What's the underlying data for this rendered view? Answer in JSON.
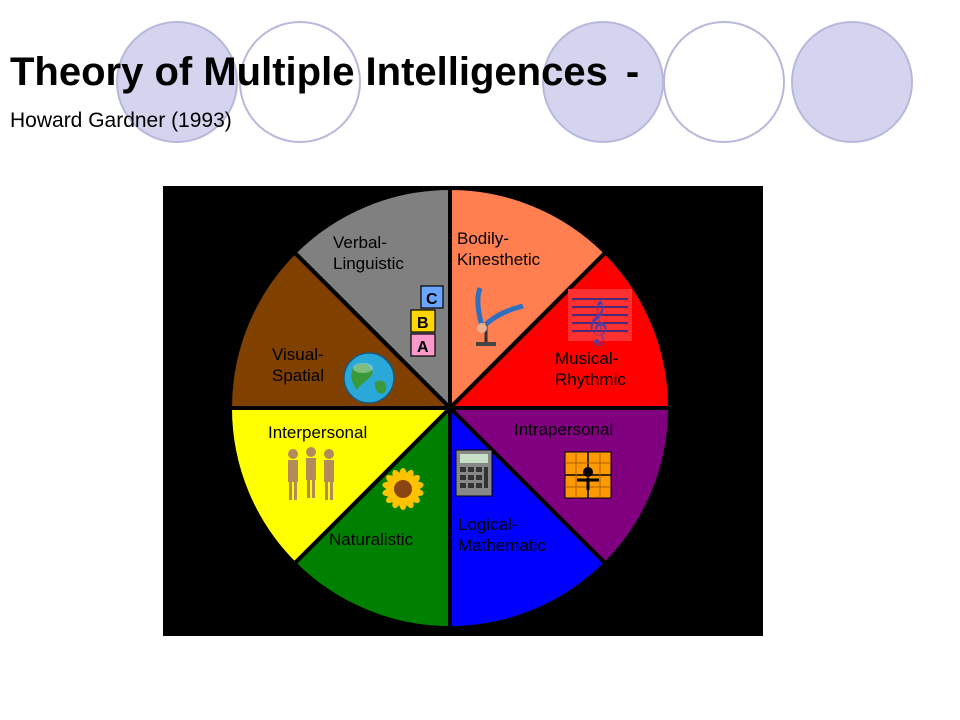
{
  "slide": {
    "title": "Theory of Multiple Intelligences",
    "title_dash": "-",
    "subtitle": "Howard Gardner (1993)"
  },
  "decor": {
    "circle_fill": "#d4d4ee",
    "circle_stroke": "#b8b8dc"
  },
  "wheel": {
    "segments": [
      {
        "id": "verbal-linguistic",
        "lines": [
          "Verbal-",
          "Linguistic"
        ],
        "color": "#808080",
        "icon": "abc-blocks-icon"
      },
      {
        "id": "bodily-kinesthetic",
        "lines": [
          "Bodily-",
          "Kinesthetic"
        ],
        "color": "#ff7f50",
        "icon": "gymnast-icon"
      },
      {
        "id": "musical-rhythmic",
        "lines": [
          "Musical-",
          "Rhythmic"
        ],
        "color": "#ff0000",
        "icon": "music-staff-icon"
      },
      {
        "id": "intrapersonal",
        "lines": [
          "Intrapersonal"
        ],
        "color": "#800080",
        "icon": "window-figure-icon"
      },
      {
        "id": "logical-mathematic",
        "lines": [
          "Logical-",
          "Mathematic"
        ],
        "color": "#0000ff",
        "icon": "calculator-icon"
      },
      {
        "id": "naturalistic",
        "lines": [
          "Naturalistic"
        ],
        "color": "#008000",
        "icon": "sunflower-icon"
      },
      {
        "id": "interpersonal",
        "lines": [
          "Interpersonal"
        ],
        "color": "#ffff00",
        "icon": "people-group-icon"
      },
      {
        "id": "visual-spatial",
        "lines": [
          "Visual-",
          "Spatial"
        ],
        "color": "#804000",
        "icon": "globe-icon"
      }
    ]
  }
}
